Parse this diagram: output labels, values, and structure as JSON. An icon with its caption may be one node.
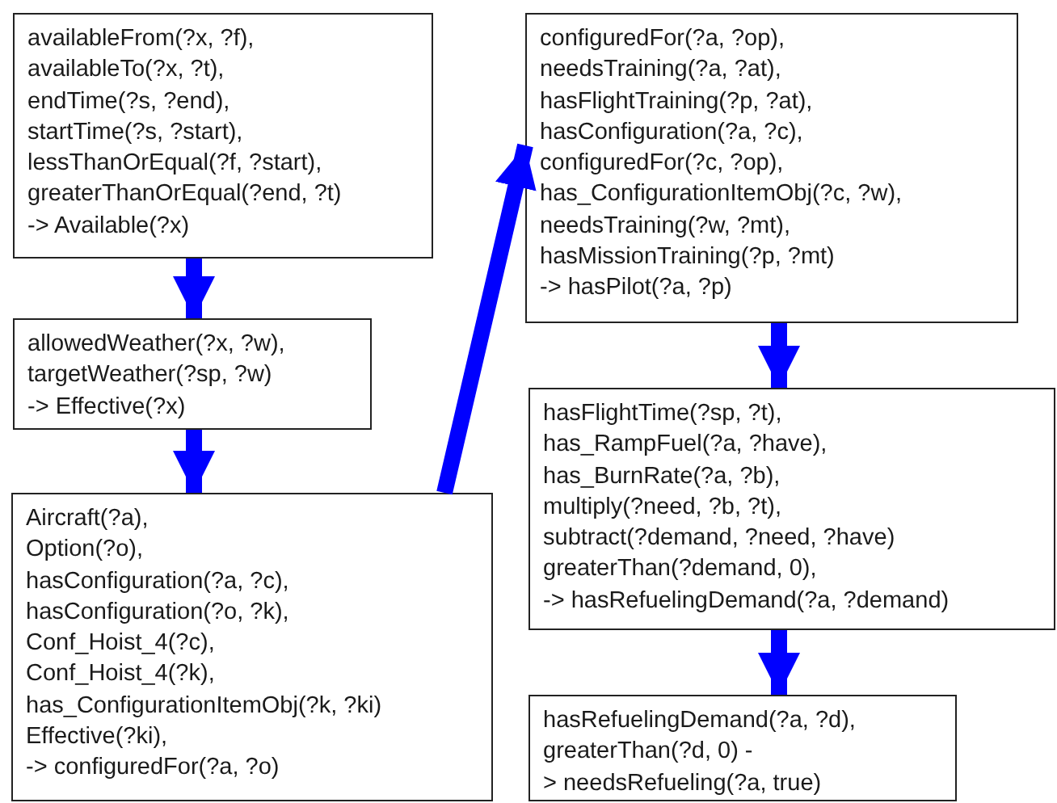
{
  "diagram": {
    "nodes": [
      {
        "text": [
          "availableFrom(?x, ?f),",
          "availableTo(?x, ?t),",
          "endTime(?s, ?end),",
          "startTime(?s, ?start),",
          "lessThanOrEqual(?f, ?start),",
          "greaterThanOrEqual(?end, ?t)",
          "-> Available(?x)"
        ]
      },
      {
        "text": [
          "allowedWeather(?x, ?w),",
          "targetWeather(?sp, ?w)",
          "-> Effective(?x)"
        ]
      },
      {
        "text": [
          "Aircraft(?a),",
          "Option(?o),",
          "hasConfiguration(?a, ?c),",
          "hasConfiguration(?o, ?k),",
          "Conf_Hoist_4(?c),",
          "Conf_Hoist_4(?k),",
          "has_ConfigurationItemObj(?k, ?ki)",
          "Effective(?ki),",
          "-> configuredFor(?a, ?o)"
        ]
      },
      {
        "text": [
          "configuredFor(?a, ?op),",
          "needsTraining(?a, ?at),",
          "hasFlightTraining(?p, ?at),",
          "hasConfiguration(?a, ?c),",
          "configuredFor(?c, ?op),",
          "has_ConfigurationItemObj(?c, ?w),",
          "needsTraining(?w, ?mt),",
          "hasMissionTraining(?p, ?mt)",
          "-> hasPilot(?a, ?p)"
        ]
      },
      {
        "text": [
          "hasFlightTime(?sp, ?t),",
          "has_RampFuel(?a, ?have),",
          "has_BurnRate(?a, ?b),",
          "multiply(?need, ?b, ?t),",
          "subtract(?demand, ?need, ?have)",
          "greaterThan(?demand, 0),",
          "-> hasRefuelingDemand(?a, ?demand)"
        ]
      },
      {
        "text": [
          "hasRefuelingDemand(?a, ?d),",
          "greaterThan(?d, 0) -",
          "> needsRefueling(?a, true)"
        ]
      }
    ],
    "edges": [
      {
        "from": 0,
        "to": 1,
        "arrow": "to"
      },
      {
        "from": 1,
        "to": 2,
        "arrow": "to"
      },
      {
        "from": 2,
        "to": 3,
        "arrow": "to"
      },
      {
        "from": 3,
        "to": 4,
        "arrow": "to"
      },
      {
        "from": 4,
        "to": 5,
        "arrow": "to"
      }
    ]
  }
}
